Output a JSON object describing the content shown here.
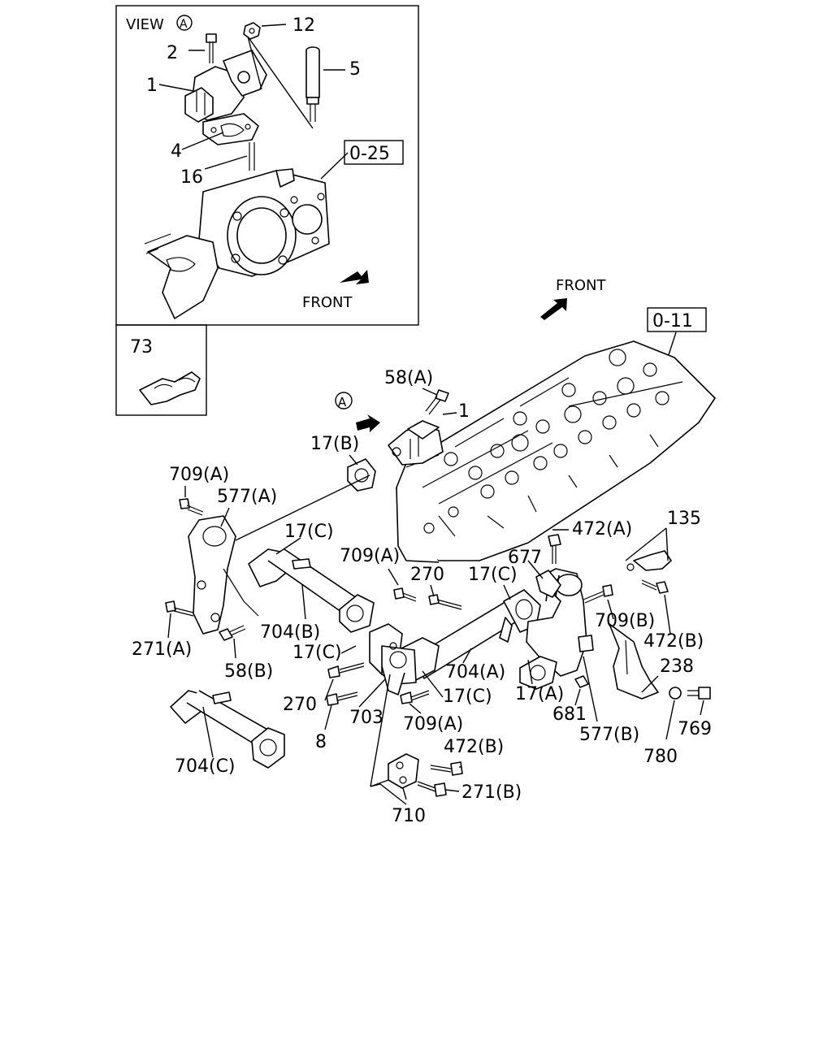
{
  "view_box": {
    "title": "VIEW",
    "circle_letter": "A",
    "front_label": "FRONT"
  },
  "inset_labels": {
    "p1": "1",
    "p2": "2",
    "p4": "4",
    "p5": "5",
    "p12": "12",
    "p16": "16",
    "ref": "0-25"
  },
  "clip_box": {
    "label": "73"
  },
  "main": {
    "front_label": "FRONT",
    "ref": "0-11",
    "view_marker": "A",
    "labels": {
      "l58a": "58(A)",
      "l1": "1",
      "l17b": "17(B)",
      "l709a_top": "709(A)",
      "l577a": "577(A)",
      "l17c_top": "17(C)",
      "l709a_mid": "709(A)",
      "l270_mid": "270",
      "l17c_mid": "17(C)",
      "l472a": "472(A)",
      "l677": "677",
      "l135": "135",
      "l709b": "709(B)",
      "l472b_r": "472(B)",
      "l271a": "271(A)",
      "l704b": "704(B)",
      "l17c_l": "17(C)",
      "l58b": "58(B)",
      "l270_l": "270",
      "l704a": "704(A)",
      "l17c_r": "17(C)",
      "l17a": "17(A)",
      "l238": "238",
      "l703": "703",
      "l709a_bot": "709(A)",
      "l681": "681",
      "l577b": "577(B)",
      "l769": "769",
      "l780": "780",
      "l8": "8",
      "l704c": "704(C)",
      "l472b_b": "472(B)",
      "l271b": "271(B)",
      "l710": "710"
    }
  }
}
